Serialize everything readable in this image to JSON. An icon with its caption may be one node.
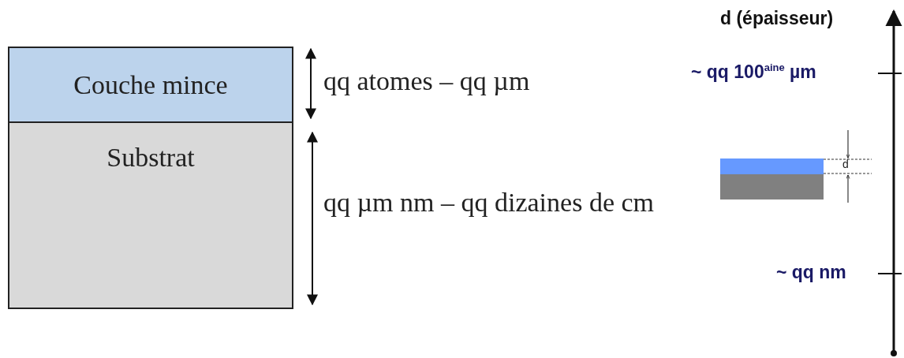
{
  "diagram": {
    "nodes": [
      {
        "text": [
          "Couche mince"
        ]
      },
      {
        "text": [
          "Substrat"
        ]
      }
    ],
    "labels": [
      "d (épaisseur)",
      "~ qq 100$^{aine}$ µm",
      "qq atomes – qq µm",
      "d",
      "qq µm nm – qq dizaines de cm",
      "~ qq nm"
    ]
  }
}
